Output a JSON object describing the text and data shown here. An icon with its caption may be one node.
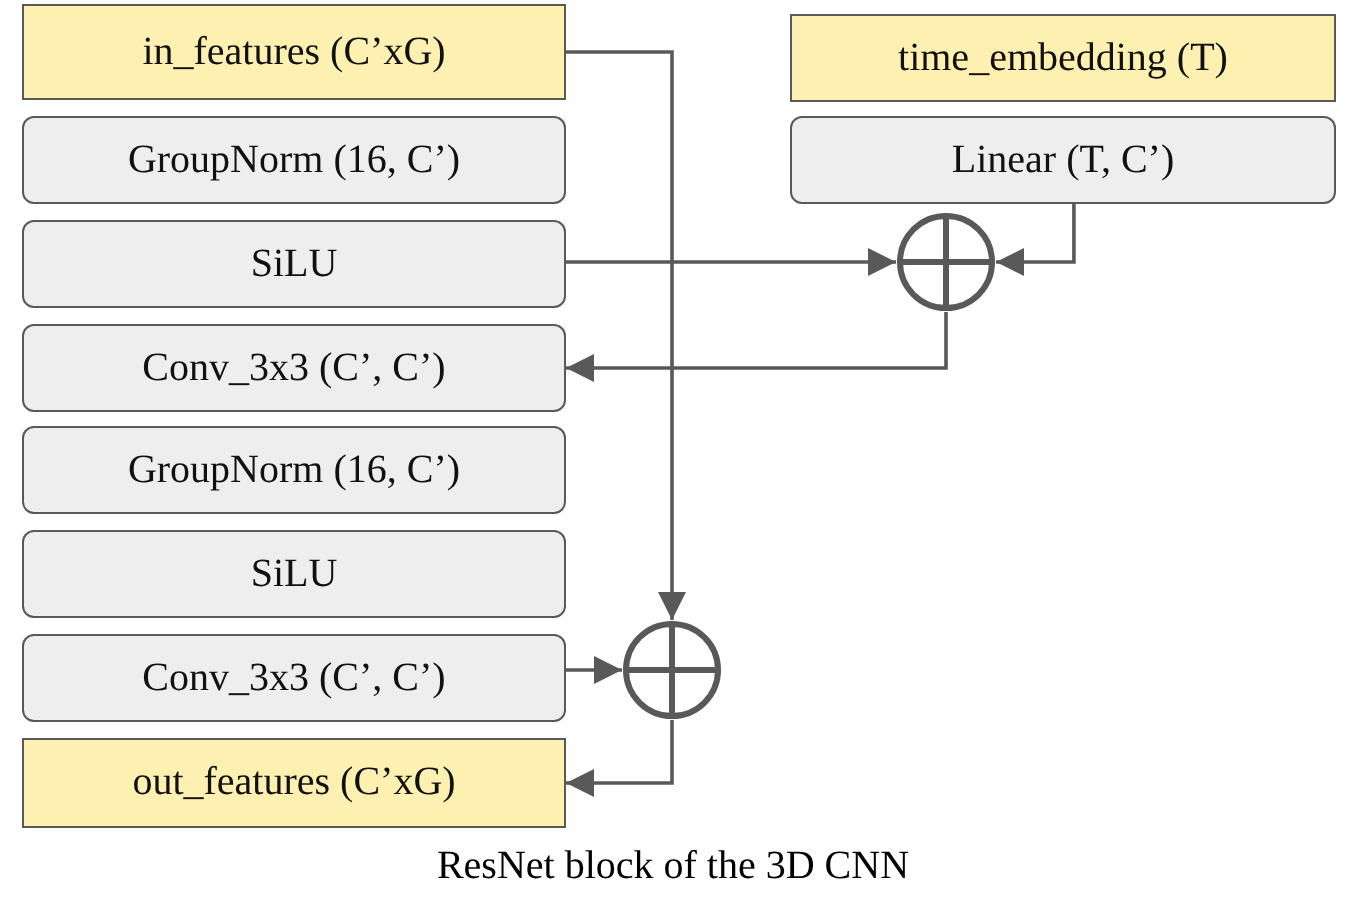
{
  "diagram": {
    "caption": "ResNet block of the 3D CNN",
    "nodes": [
      {
        "text": [
          "in_features (C’xG)"
        ]
      },
      {
        "text": [
          "GroupNorm (16, C’)"
        ]
      },
      {
        "text": [
          "SiLU"
        ]
      },
      {
        "text": [
          "Conv_3x3 (C’, C’)"
        ]
      },
      {
        "text": [
          "GroupNorm (16, C’)"
        ]
      },
      {
        "text": [
          "SiLU"
        ]
      },
      {
        "text": [
          "Conv_3x3 (C’, C’)"
        ]
      },
      {
        "text": [
          "out_features (C’xG)"
        ]
      },
      {
        "text": [
          "time_embedding (T)"
        ]
      },
      {
        "text": [
          "Linear (T, C’)"
        ]
      },
      {
        "text": [],
        "shape": "circle"
      },
      {
        "text": [],
        "shape": "circle"
      }
    ],
    "edges": [
      {
        "from": 0,
        "to": 11,
        "arrow": "to"
      },
      {
        "from": 2,
        "to": 10,
        "arrow": "to"
      },
      {
        "from": 9,
        "to": 10,
        "arrow": "to"
      },
      {
        "from": 10,
        "to": 3,
        "arrow": "to"
      },
      {
        "from": 6,
        "to": 11,
        "arrow": "to"
      },
      {
        "from": 11,
        "to": 7,
        "arrow": "to"
      }
    ]
  }
}
